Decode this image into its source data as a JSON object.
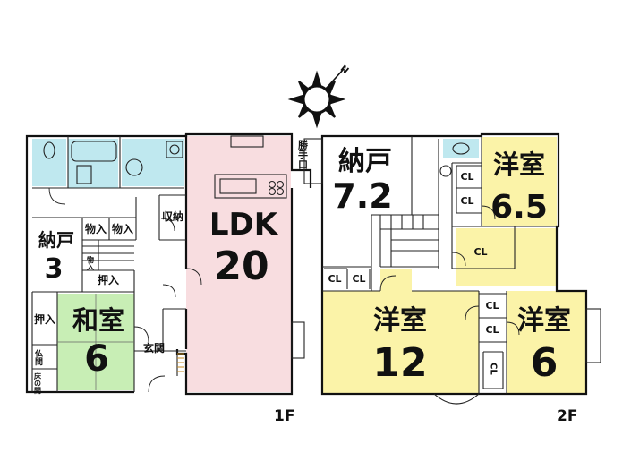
{
  "colors": {
    "ldk": "#f8dde0",
    "washitsu": "#c8eeb5",
    "yoshitsu": "#fbf3a8",
    "wet": "#bfe8ef",
    "wall": "#111111"
  },
  "compass": {
    "north_mark": "N",
    "icon": "sun-compass-icon"
  },
  "floor1": {
    "label": "1F",
    "rooms": {
      "ldk_name": "LDK",
      "ldk_size": "20",
      "washitsu_name": "和室",
      "washitsu_size": "6",
      "nando_name": "納戸",
      "nando_size": "3",
      "genkan": "玄関",
      "shuno": "収納",
      "katteguchi": "勝手口",
      "monoire1": "物入",
      "monoire2": "物入",
      "monoire3": "物入",
      "oshiire1": "押入",
      "oshiire2": "押入",
      "butsuma": "仏間",
      "tokonoma": "床の間"
    }
  },
  "floor2": {
    "label": "2F",
    "rooms": {
      "nando_name": "納戸",
      "nando_size": "7.2",
      "yoshitsu_a_name": "洋室",
      "yoshitsu_a_size": "6.5",
      "yoshitsu_b_name": "洋室",
      "yoshitsu_b_size": "12",
      "yoshitsu_c_name": "洋室",
      "yoshitsu_c_size": "6",
      "cl": "CL"
    }
  }
}
